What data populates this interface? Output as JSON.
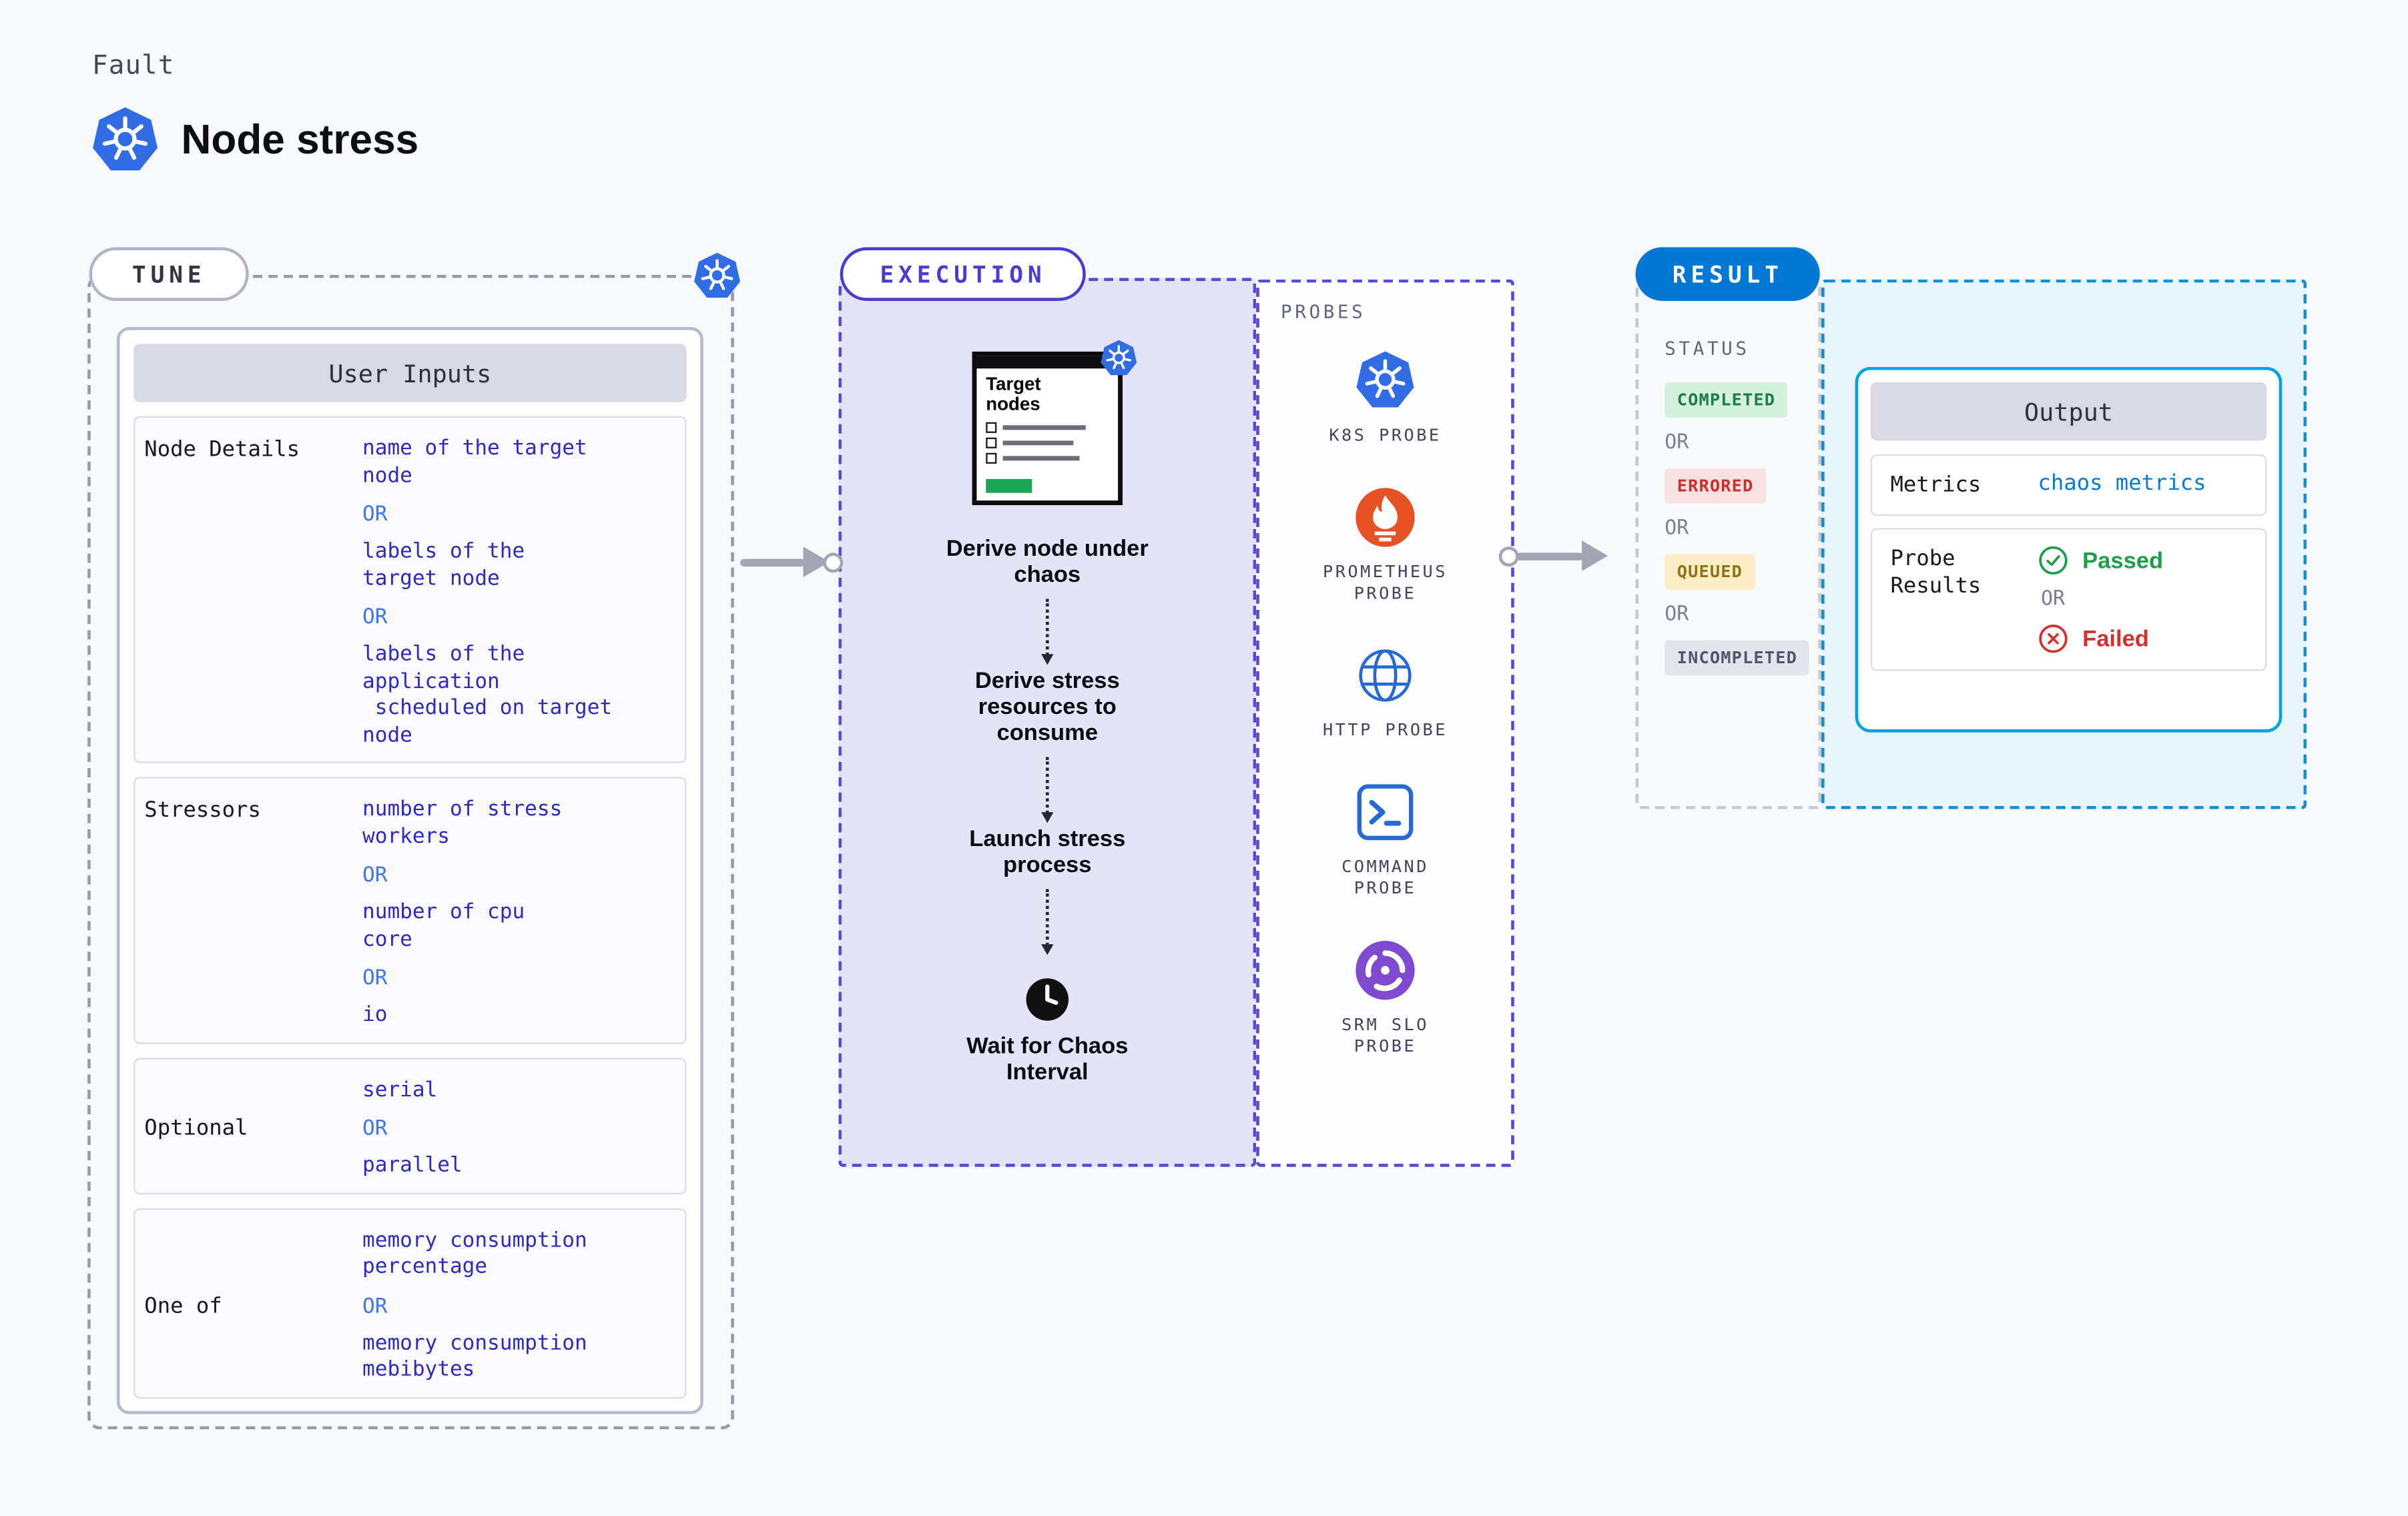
{
  "header": {
    "eyebrow": "Fault",
    "title": "Node stress"
  },
  "tune": {
    "label": "TUNE",
    "panel_title": "User Inputs",
    "rows": [
      {
        "label": "Node Details",
        "segments": [
          {
            "kind": "value",
            "text": "name of the target\nnode"
          },
          {
            "kind": "or",
            "text": "OR"
          },
          {
            "kind": "value",
            "text": "labels of the\ntarget node"
          },
          {
            "kind": "or",
            "text": "OR"
          },
          {
            "kind": "value",
            "text": "labels of the application\n scheduled on target node"
          }
        ]
      },
      {
        "label": "Stressors",
        "segments": [
          {
            "kind": "value",
            "text": "number of stress\nworkers"
          },
          {
            "kind": "or",
            "text": "OR"
          },
          {
            "kind": "value",
            "text": "number of cpu\ncore"
          },
          {
            "kind": "or",
            "text": "OR"
          },
          {
            "kind": "value",
            "text": "io"
          }
        ]
      },
      {
        "label": "Optional",
        "segments": [
          {
            "kind": "value",
            "text": "serial"
          },
          {
            "kind": "or",
            "text": "OR"
          },
          {
            "kind": "value",
            "text": "parallel"
          }
        ]
      },
      {
        "label": "One of",
        "segments": [
          {
            "kind": "value",
            "text": "memory consumption\npercentage"
          },
          {
            "kind": "or",
            "text": "OR"
          },
          {
            "kind": "value",
            "text": "memory consumption\nmebibytes"
          }
        ]
      }
    ]
  },
  "execution": {
    "label": "EXECUTION",
    "card_title": "Target\nnodes",
    "steps": [
      "Derive node under\nchaos",
      "Derive stress\nresources to\nconsume",
      "Launch stress\nprocess",
      "Wait for Chaos\nInterval"
    ]
  },
  "probes": {
    "label": "PROBES",
    "items": [
      {
        "name": "K8S PROBE",
        "icon": "kubernetes-icon"
      },
      {
        "name": "PROMETHEUS\nPROBE",
        "icon": "prometheus-icon"
      },
      {
        "name": "HTTP PROBE",
        "icon": "globe-icon"
      },
      {
        "name": "COMMAND\nPROBE",
        "icon": "terminal-icon"
      },
      {
        "name": "SRM SLO\nPROBE",
        "icon": "srm-slo-icon"
      }
    ]
  },
  "result": {
    "label": "RESULT",
    "status": {
      "label": "STATUS",
      "or": "OR",
      "badges": [
        {
          "text": "COMPLETED",
          "color": "#1b7d49",
          "bg": "#d4f1de"
        },
        {
          "text": "ERRORED",
          "color": "#cc2e2e",
          "bg": "#fae1e1"
        },
        {
          "text": "QUEUED",
          "color": "#93701a",
          "bg": "#fcedc4"
        },
        {
          "text": "INCOMPLETED",
          "color": "#52556b",
          "bg": "#e4e5ec"
        }
      ]
    },
    "output": {
      "title": "Output",
      "metrics_label": "Metrics",
      "metrics_value": "chaos metrics",
      "probe_results_label": "Probe Results",
      "passed": "Passed",
      "or": "OR",
      "failed": "Failed"
    }
  },
  "colors": {
    "kubernetes_blue": "#326ce5",
    "result_blue": "#0278d5",
    "execution_purple": "#5b48d5",
    "value_indigo": "#2e2ac0",
    "or_blue": "#4077e2",
    "passed_green": "#1d9e4b",
    "failed_red": "#d2302f",
    "prometheus_orange": "#e75225",
    "srm_purple": "#7d4ad0"
  }
}
